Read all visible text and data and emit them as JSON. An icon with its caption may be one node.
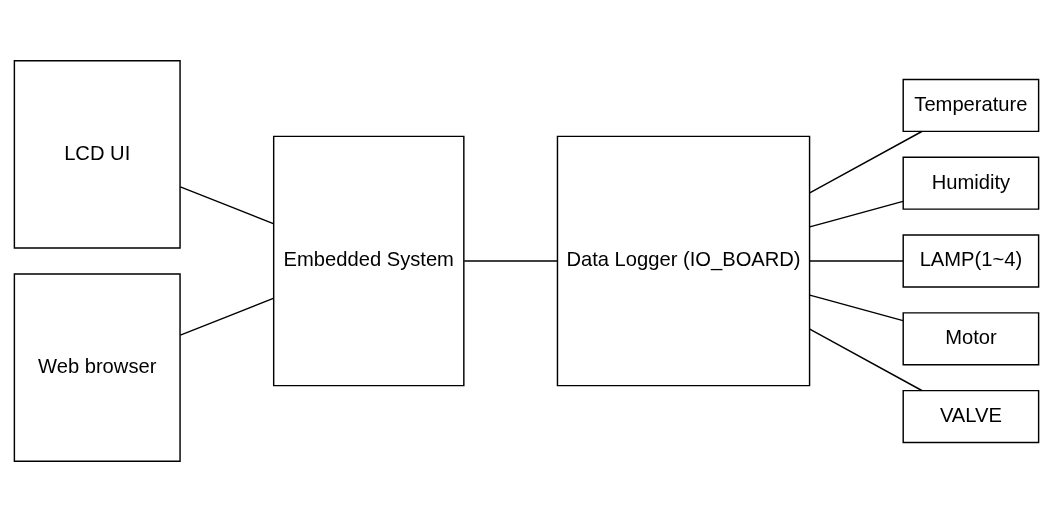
{
  "diagram": {
    "nodes": [
      {
        "text": [
          "LCD UI"
        ]
      },
      {
        "text": [
          "Web browser"
        ]
      },
      {
        "text": [
          "Embedded System"
        ]
      },
      {
        "text": [
          "Data Logger (IO_BOARD)"
        ]
      },
      {
        "text": [
          "Temperature"
        ]
      },
      {
        "text": [
          "Humidity"
        ]
      },
      {
        "text": [
          "LAMP(1~4)"
        ]
      },
      {
        "text": [
          "Motor"
        ]
      },
      {
        "text": [
          "VALVE"
        ]
      }
    ],
    "edges": [
      {
        "from": 0,
        "to": 2,
        "arrow": "none"
      },
      {
        "from": 1,
        "to": 2,
        "arrow": "none"
      },
      {
        "from": 2,
        "to": 3,
        "arrow": "none"
      },
      {
        "from": 3,
        "to": 4,
        "arrow": "none"
      },
      {
        "from": 3,
        "to": 5,
        "arrow": "none"
      },
      {
        "from": 3,
        "to": 6,
        "arrow": "none"
      },
      {
        "from": 3,
        "to": 7,
        "arrow": "none"
      },
      {
        "from": 3,
        "to": 8,
        "arrow": "none"
      }
    ]
  }
}
